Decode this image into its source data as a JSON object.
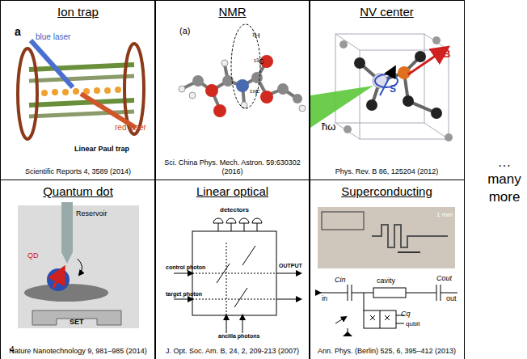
{
  "diagram": {
    "nodes": [
      {
        "text": [
          "Ion trap",
          "Scientific Reports 4, 3589 (2014)"
        ]
      },
      {
        "text": [
          "NMR",
          "Sci. China Phys. Mech. Astron. 59:630302 (2016)"
        ]
      },
      {
        "text": [
          "NV center",
          "Phys. Rev. B 86, 125204 (2012)"
        ]
      },
      {
        "text": [
          "Quantum dot",
          "Nature Nanotechnology 9, 981–985 (2014)"
        ]
      },
      {
        "text": [
          "Linear optical",
          "J. Opt. Soc. Am. B, 24, 2, 209-213 (2007)"
        ]
      },
      {
        "text": [
          "Superconducting",
          "Ann. Phys. (Berlin) 525, 6, 395–412 (2013)"
        ]
      }
    ],
    "labels": [
      "a",
      "blue laser",
      "red laser",
      "Linear Paul trap",
      "(a)",
      "¹H",
      "¹³C",
      "¹⁹F",
      "ħω",
      "S",
      "B",
      "Reservoir",
      "QD",
      "SET",
      "4",
      "detectors",
      "control photon",
      "target photon",
      "ancilla photons",
      "OUTPUT",
      "1 mm",
      "in",
      "Cin",
      "cavity",
      "Cout",
      "out",
      "Cq",
      "qubit",
      "… many more"
    ]
  }
}
